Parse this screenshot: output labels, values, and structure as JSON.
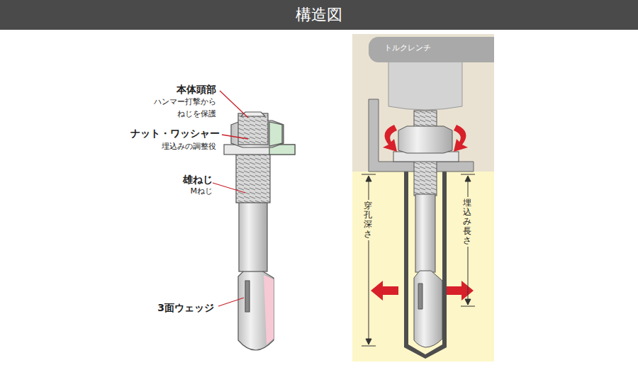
{
  "diagram": {
    "title": "構造図",
    "nodes": [
      {
        "text": [
          "トルクレンチ"
        ]
      }
    ],
    "labels": [
      "本体頭部",
      "ハンマー打撃から ねじを保護",
      "ナット・ワッシャー",
      "埋込みの調整役",
      "雄ねじ",
      "Mねじ",
      "3面ウェッジ",
      "穿孔深さ",
      "埋込み長さ"
    ]
  }
}
